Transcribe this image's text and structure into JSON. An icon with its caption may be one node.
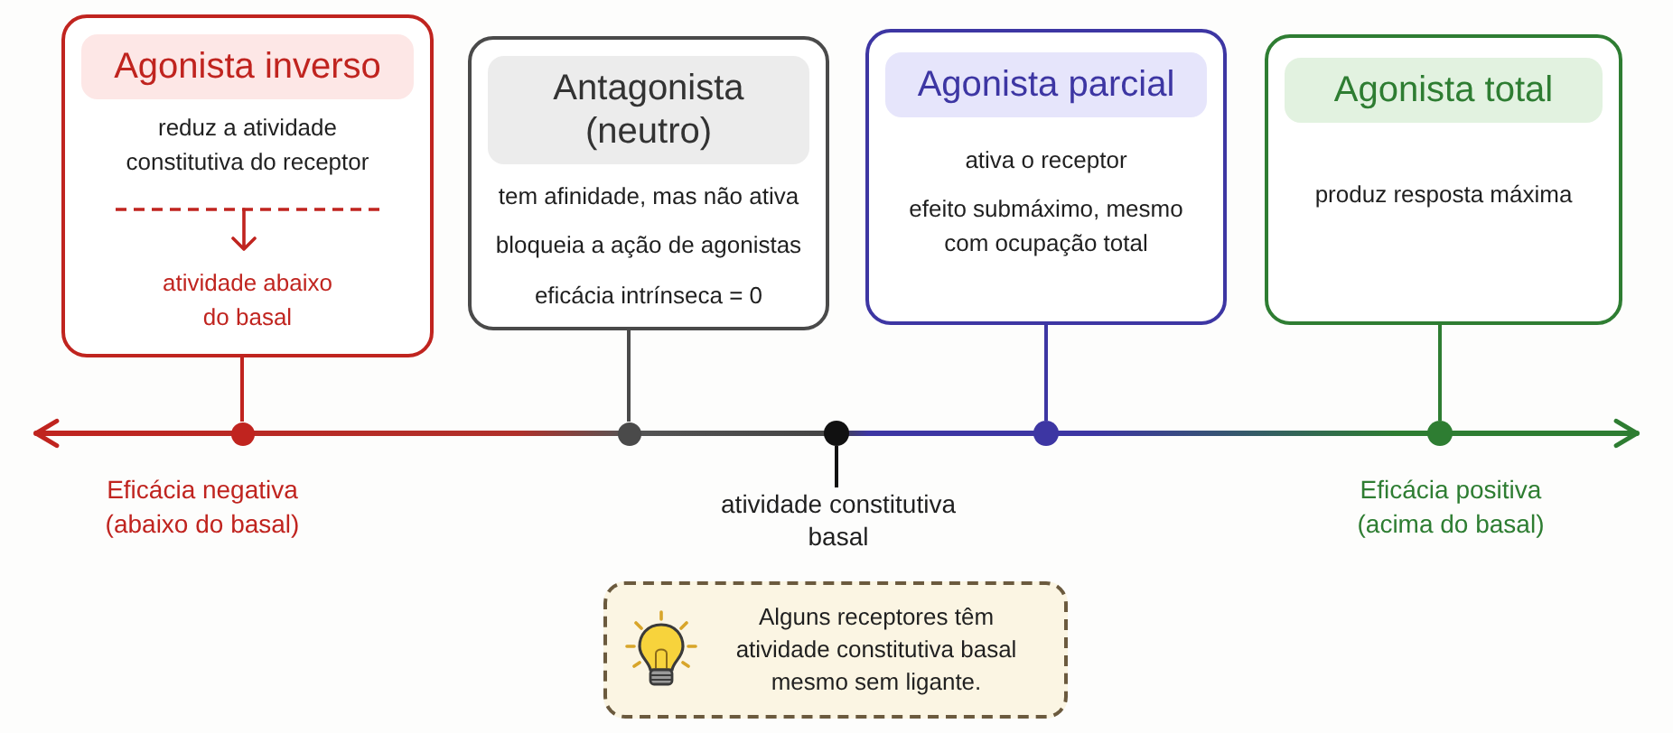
{
  "diagram": {
    "nodes": [
      {
        "text": [
          "Agonista inverso",
          "reduz a atividade constitutiva do receptor",
          "atividade abaixo do basal"
        ]
      },
      {
        "text": [
          "Antagonista (neutro)",
          "tem afinidade, mas não ativa",
          "bloqueia a ação de agonistas",
          "eficácia intrínseca = 0"
        ]
      },
      {
        "text": [
          "Agonista parcial",
          "ativa o receptor",
          "efeito submáximo, mesmo com ocupação total"
        ]
      },
      {
        "text": [
          "Agonista total",
          "produz resposta máxima"
        ]
      },
      {
        "text": [],
        "shape": "circle"
      },
      {
        "text": [],
        "shape": "circle"
      },
      {
        "text": [],
        "shape": "circle"
      },
      {
        "text": [],
        "shape": "circle"
      },
      {
        "text": [],
        "shape": "circle"
      },
      {
        "text": [
          "atividade constitutiva basal"
        ]
      },
      {
        "text": [
          "Alguns receptores têm atividade constitutiva basal mesmo sem ligante."
        ]
      }
    ],
    "edges": [
      {
        "from": 0,
        "to": 4,
        "arrow": "none",
        "color": "#c0241f"
      },
      {
        "from": 1,
        "to": 5,
        "arrow": "none",
        "color": "#4a4a4a"
      },
      {
        "from": 2,
        "to": 7,
        "arrow": "none",
        "color": "#3d36a3"
      },
      {
        "from": 3,
        "to": 8,
        "arrow": "none",
        "color": "#2e7d32"
      },
      {
        "from": 6,
        "to": 9,
        "arrow": "none",
        "color": "#111111"
      }
    ],
    "labels": [
      "Eficácia negativa (abaixo do basal)",
      "Eficácia positiva (acima do basal)"
    ]
  }
}
